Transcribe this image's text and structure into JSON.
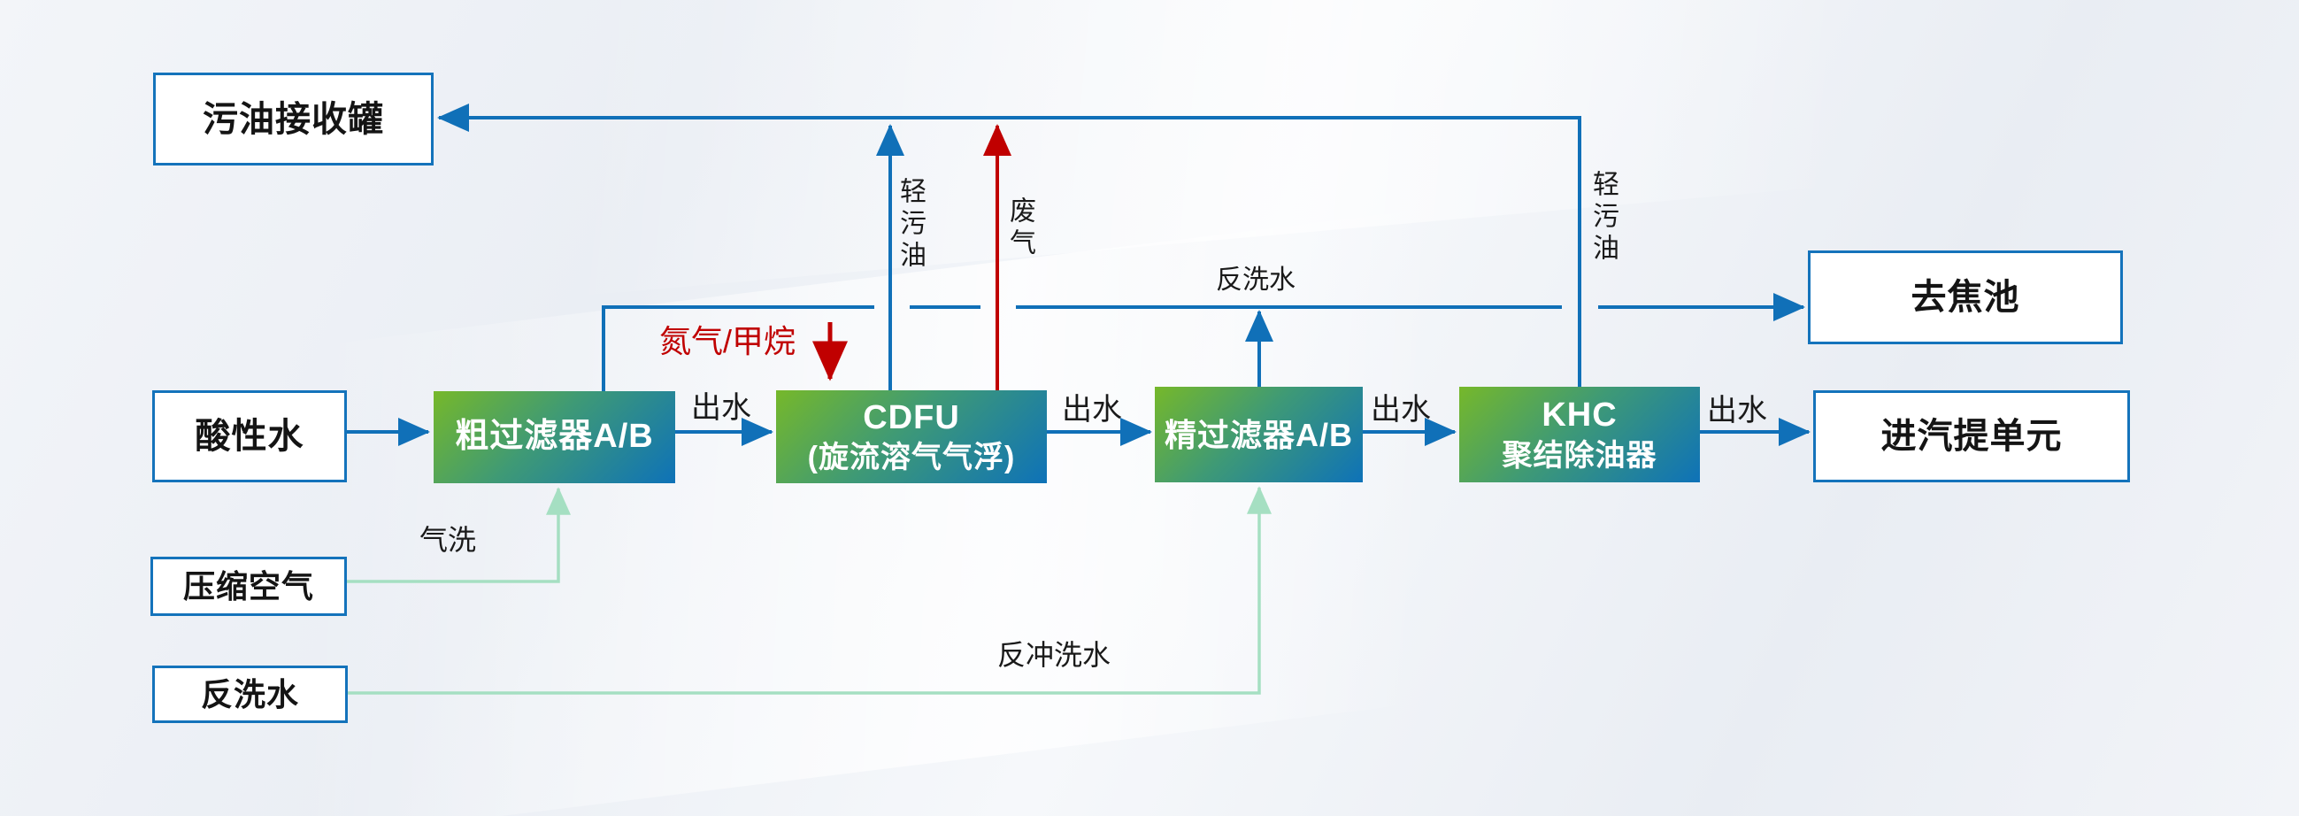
{
  "diagram": {
    "type": "process-flow",
    "language": "zh-CN",
    "nodes": {
      "dirty_oil_tank": {
        "label": "污油接收罐"
      },
      "acid_water": {
        "label": "酸性水"
      },
      "compressed_air": {
        "label": "压缩空气"
      },
      "backwash_water": {
        "label": "反洗水"
      },
      "coarse_filter": {
        "label": "粗过滤器A/B"
      },
      "cdfu": {
        "label_line1": "CDFU",
        "label_line2": "(旋流溶气气浮)"
      },
      "fine_filter": {
        "label": "精过滤器A/B"
      },
      "khc": {
        "label_line1": "KHC",
        "label_line2": "聚结除油器"
      },
      "coke_pool": {
        "label": "去焦池"
      },
      "stripping_unit": {
        "label": "进汽提单元"
      }
    },
    "edge_labels": {
      "outlet_water_1": "出水",
      "outlet_water_2": "出水",
      "outlet_water_3": "出水",
      "outlet_water_4": "出水",
      "air_wash": "气洗",
      "backflush_water": "反冲洗水",
      "backwash_water_top": "反洗水",
      "nitrogen_methane": "氮气/甲烷",
      "light_dirty_oil_left": "轻污油",
      "waste_gas": "废气",
      "light_dirty_oil_right": "轻污油"
    },
    "colors": {
      "flow_blue": "#1070b8",
      "gas_red": "#c00000",
      "utility_green": "#a5dfc2",
      "node_gradient_start": "#76b82a",
      "node_gradient_end": "#0e72b8",
      "white_box_border": "#1473bb",
      "label_text": "#1a1a1a"
    }
  }
}
